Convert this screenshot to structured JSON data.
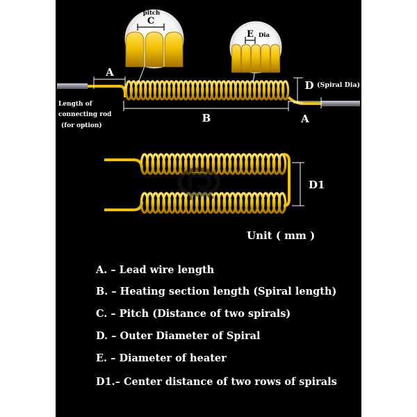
{
  "top": {
    "pitch_title": "pitch",
    "label_c": "C",
    "label_e": "E",
    "dia_short": "Dia",
    "label_a_left": "A",
    "label_a_right": "A",
    "label_b": "B",
    "label_d": "D",
    "spiral_dia": "(Spiral Dia)",
    "rod_note": [
      "Length of",
      "connecting rod",
      "(for option)"
    ]
  },
  "middle": {
    "label_d1": "D1",
    "unit": "Unit ( mm )"
  },
  "legend": [
    "A. – Lead wire length",
    "B. – Heating section length (Spiral length)",
    "C. – Pitch (Distance of two spirals)",
    "D. – Outer Diameter of Spiral",
    "E. – Diameter of heater",
    "D1.– Center distance of two rows of spirals"
  ],
  "colors": {
    "background": "#000000",
    "coil": "#f2c200",
    "coil_dark": "#9a6a00",
    "dimension_lines": "#ffffff",
    "rod": "#9a9aa6"
  }
}
